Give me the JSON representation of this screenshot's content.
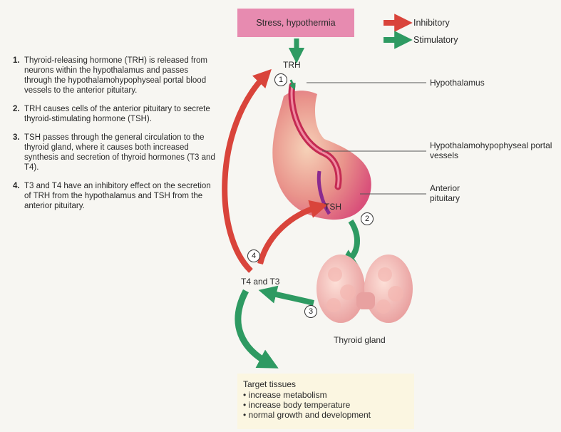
{
  "stress_box": "Stress, hypothermia",
  "legend": {
    "inhibitory": "Inhibitory",
    "stimulatory": "Stimulatory",
    "inhibitory_color": "#d9443b",
    "stimulatory_color": "#2e9a62"
  },
  "steps": [
    {
      "num": "1.",
      "text": "Thyroid-releasing hormone (TRH) is released from neurons within the hypothalamus and passes through the hypothalamohypophyseal portal blood vessels to the anterior pituitary."
    },
    {
      "num": "2.",
      "text": "TRH causes cells of the anterior pituitary to secrete thyroid-stimulating hormone (TSH)."
    },
    {
      "num": "3.",
      "text": "TSH passes through the general circulation to the thyroid gland, where it causes both increased synthesis and secretion of thyroid hormones (T3 and T4)."
    },
    {
      "num": "4.",
      "text": "T3 and T4 have an inhibitory effect on the secretion of TRH from the hypothalamus and TSH from the anterior pituitary."
    }
  ],
  "labels": {
    "trh": "TRH",
    "tsh": "TSH",
    "hypothalamus": "Hypothalamus",
    "portal_vessels": "Hypothalamohypophyseal portal vessels",
    "anterior_pituitary": "Anterior pituitary",
    "t4_t3": "T4 and T3",
    "thyroid_gland": "Thyroid gland"
  },
  "circles": [
    "1",
    "2",
    "3",
    "4"
  ],
  "target": {
    "title": "Target tissues",
    "items": [
      "increase metabolism",
      "increase body temperature",
      "normal growth and development"
    ]
  }
}
